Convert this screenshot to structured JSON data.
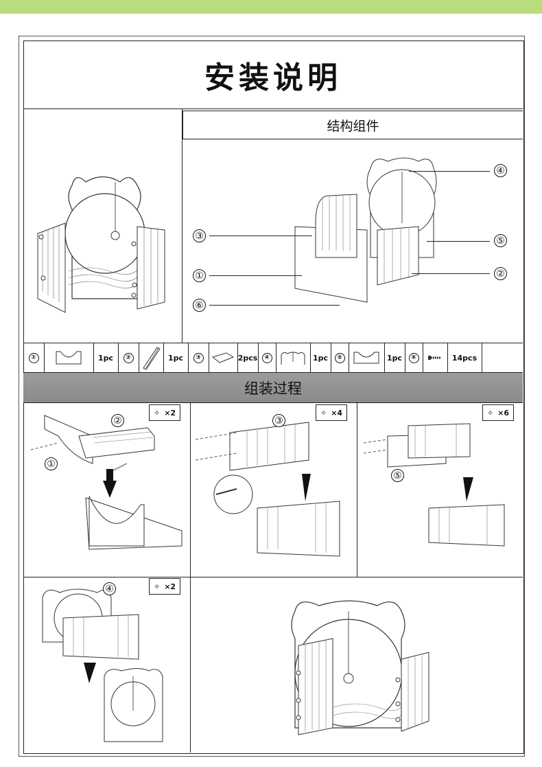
{
  "title": "安装说明",
  "structure": {
    "header": "结构组件",
    "callouts": [
      "④",
      "③",
      "⑤",
      "①",
      "②",
      "⑥"
    ]
  },
  "parts": [
    {
      "num": "①",
      "qty": "1pc"
    },
    {
      "num": "②",
      "qty": "1pc"
    },
    {
      "num": "③",
      "qty": "2pcs"
    },
    {
      "num": "④",
      "qty": "1pc"
    },
    {
      "num": "⑤",
      "qty": "1pc"
    },
    {
      "num": "⑥",
      "qty": "14pcs"
    }
  ],
  "assembly": {
    "header": "组装过程",
    "steps": [
      {
        "screws": "×2",
        "labels": [
          "②",
          "①"
        ]
      },
      {
        "screws": "×4",
        "labels": [
          "③"
        ]
      },
      {
        "screws": "×6",
        "labels": [
          "⑤"
        ]
      },
      {
        "screws": "×2",
        "labels": [
          "④"
        ]
      }
    ]
  },
  "icons": [
    "screw-icon",
    "arrow-down-icon",
    "cat-bed-illustration"
  ]
}
